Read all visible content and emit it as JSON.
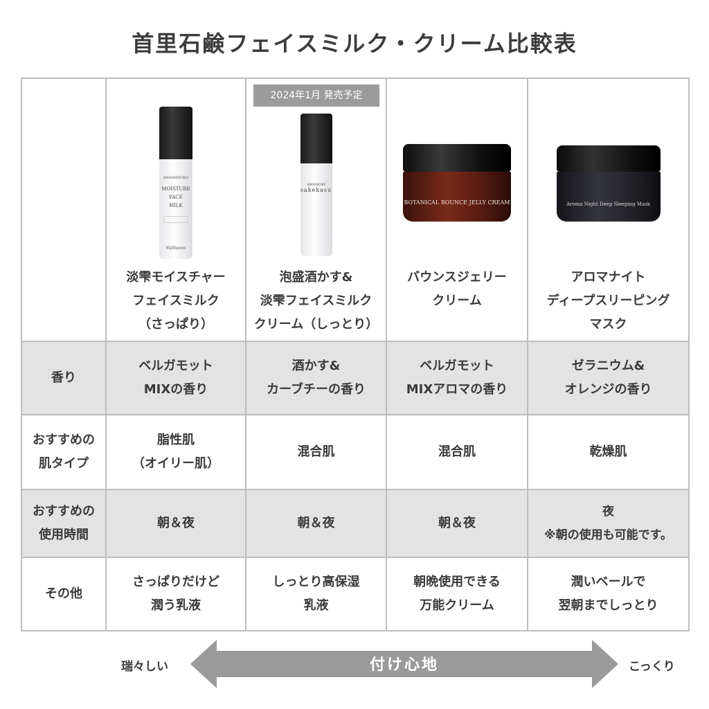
{
  "title": "首里石鹸フェイスミルク・クリーム比較表",
  "badge": "2024年1月 発売予定",
  "products": [
    {
      "name_lines": [
        "淡雫モイスチャー",
        "フェイスミルク",
        "（さっぱり）"
      ],
      "label_lines": [
        "AWASHIZUKU",
        "MOISTURE",
        "FACE",
        "MILK"
      ],
      "brand": "SuiSavon"
    },
    {
      "name_lines": [
        "泡盛酒かす&",
        "淡雫フェイスミルク",
        "クリーム（しっとり）"
      ],
      "label_lines": [
        "AWAMORI",
        "sakekasu"
      ]
    },
    {
      "name_lines": [
        "バウンスジェリー",
        "クリーム"
      ],
      "jar_label": "BOTANICAL BOUNCE JELLY CREAM"
    },
    {
      "name_lines": [
        "アロマナイト",
        "ディープスリーピング",
        "マスク"
      ],
      "jar_label": "Aroma Night Deep Sleeping Mask"
    }
  ],
  "rows": [
    {
      "label_lines": [
        "香り"
      ],
      "cells": [
        [
          "ベルガモット",
          "MIXの香り"
        ],
        [
          "酒かす&",
          "カーブチーの香り"
        ],
        [
          "ベルガモット",
          "MIXアロマの香り"
        ],
        [
          "ゼラニウム&",
          "オレンジの香り"
        ]
      ]
    },
    {
      "label_lines": [
        "おすすめの",
        "肌タイプ"
      ],
      "cells": [
        [
          "脂性肌",
          "（オイリー肌）"
        ],
        [
          "混合肌"
        ],
        [
          "混合肌"
        ],
        [
          "乾燥肌"
        ]
      ]
    },
    {
      "label_lines": [
        "おすすめの",
        "使用時間"
      ],
      "cells": [
        [
          "朝＆夜"
        ],
        [
          "朝＆夜"
        ],
        [
          "朝＆夜"
        ],
        [
          "夜",
          "※朝の使用も可能です。"
        ]
      ]
    },
    {
      "label_lines": [
        "その他"
      ],
      "cells": [
        [
          "さっぱりだけど",
          "潤う乳液"
        ],
        [
          "しっとり高保湿",
          "乳液"
        ],
        [
          "朝晩使用できる",
          "万能クリーム"
        ],
        [
          "潤いベールで",
          "翌朝までしっとり"
        ]
      ]
    }
  ],
  "scale": {
    "left": "瑞々しい",
    "center": "付け心地",
    "right": "こっくり"
  },
  "colors": {
    "shade": "#e3e3e3",
    "arrow": "#9a9a9a",
    "badge": "#9b9b9b",
    "jar_brown": "#5a1d12"
  }
}
